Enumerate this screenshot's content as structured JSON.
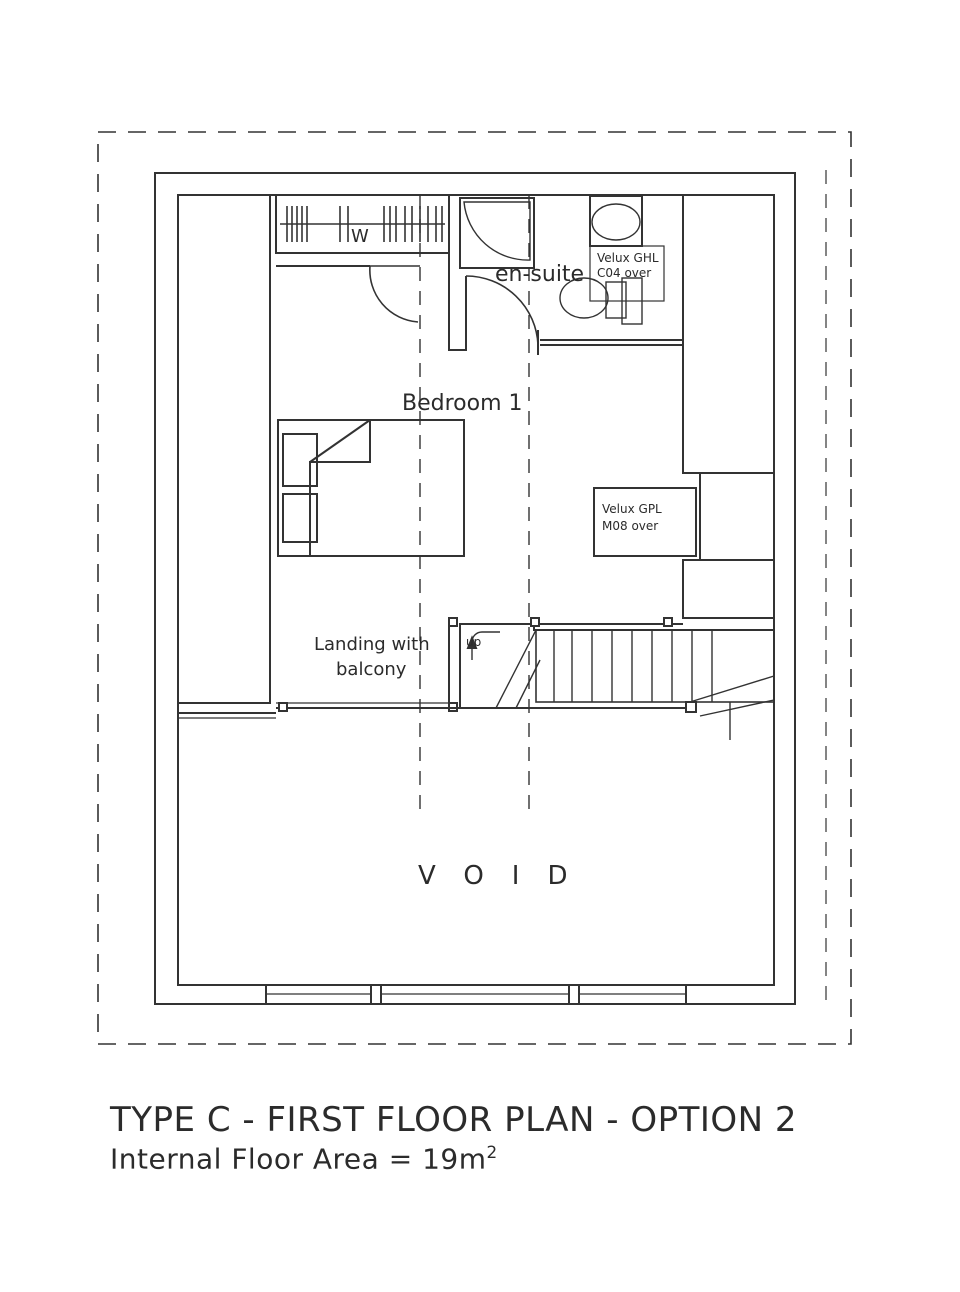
{
  "plan": {
    "rooms": {
      "bedroom": "Bedroom 1",
      "ensuite": "en-suite",
      "landing_line1": "Landing with",
      "landing_line2": "balcony",
      "void": "VOID",
      "wardrobe": "W",
      "stair_up": "up"
    },
    "notes": {
      "velux_ghl_line1": "Velux GHL",
      "velux_ghl_line2": "C04 over",
      "velux_gpl_line1": "Velux GPL",
      "velux_gpl_line2": "M08 over"
    }
  },
  "caption": {
    "title": "TYPE C - FIRST FLOOR PLAN - OPTION 2",
    "area_label": "Internal Floor Area = 19m",
    "area_sup": "2"
  }
}
